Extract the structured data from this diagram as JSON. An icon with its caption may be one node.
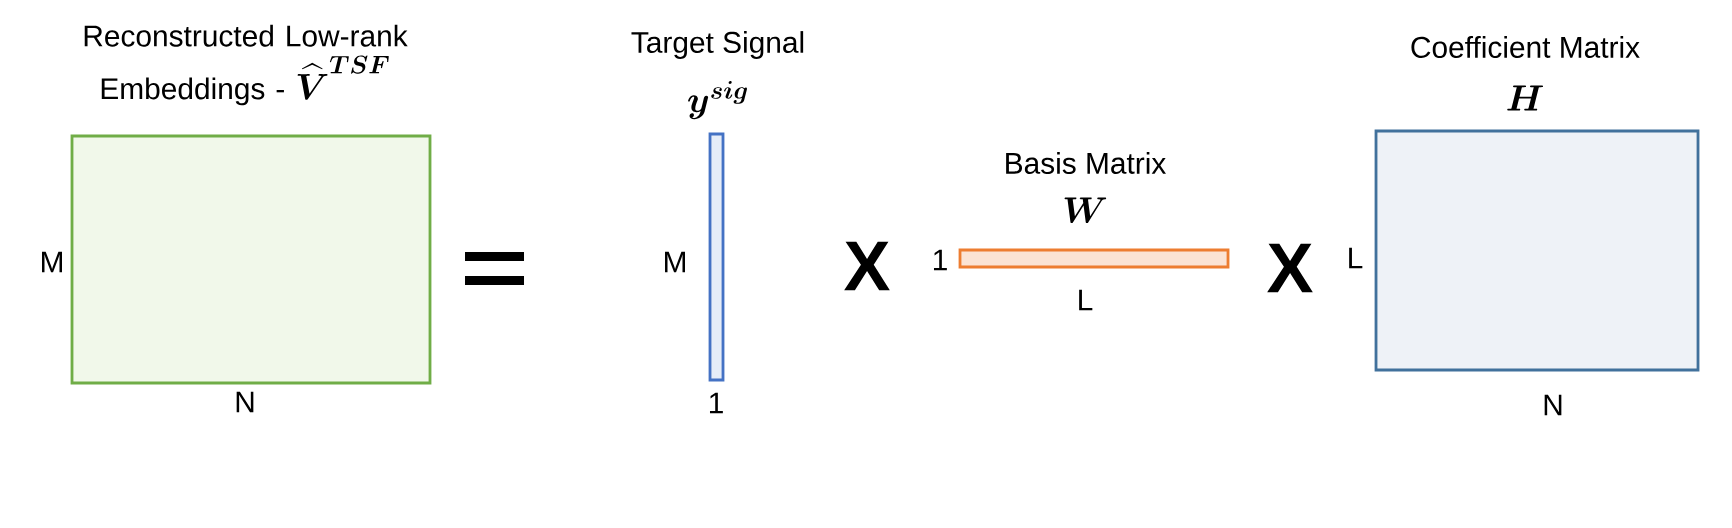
{
  "diagram": {
    "nodes": [
      {
        "text": [
          "Reconstructed Low-rank Embeddings -",
          "\\widehat{\\boldsymbol{V}}^{\\boldsymbol{TSF}}"
        ],
        "beside": [
          "M",
          "N"
        ]
      },
      {
        "text": [
          "Target Signal",
          "\\boldsymbol{y}^{\\boldsymbol{sig}}"
        ],
        "beside": [
          "M",
          "1"
        ]
      },
      {
        "text": [
          "Basis Matrix",
          "\\boldsymbol{W}"
        ],
        "beside": [
          "1",
          "L"
        ]
      },
      {
        "text": [
          "Coefficient Matrix",
          "\\boldsymbol{H}"
        ],
        "beside": [
          "L",
          "N"
        ]
      }
    ],
    "labels": [
      "X",
      "X"
    ]
  }
}
